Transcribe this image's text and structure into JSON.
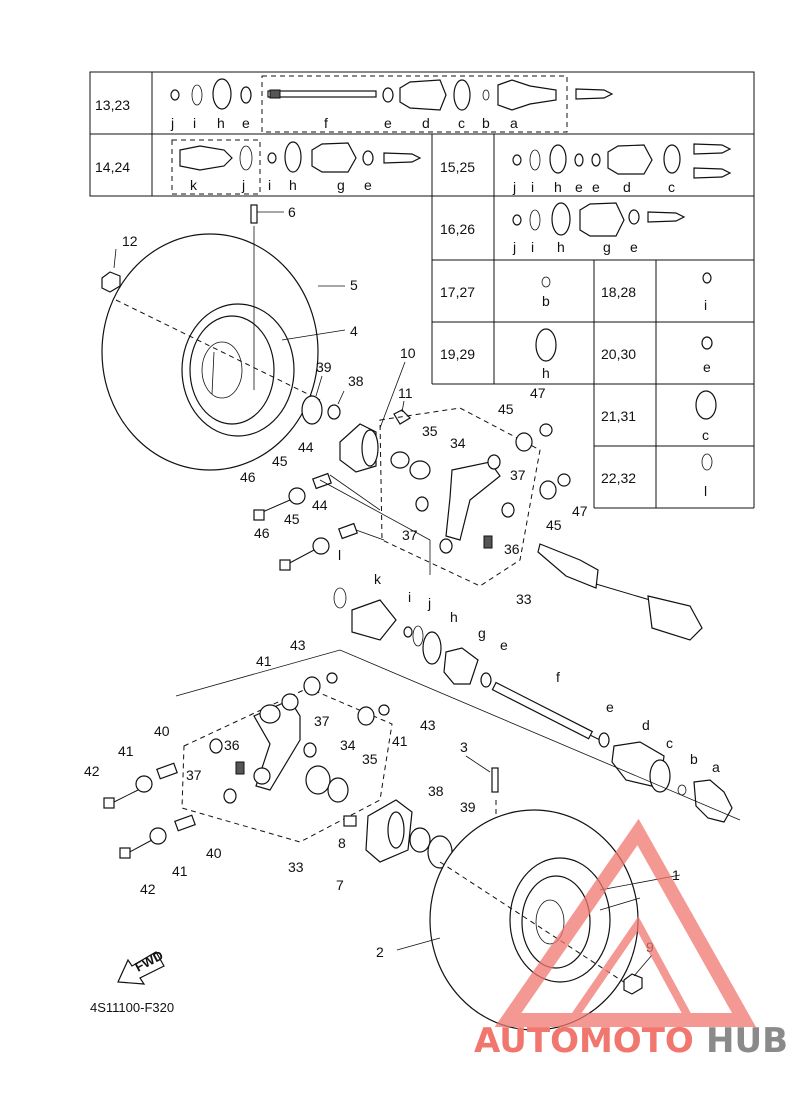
{
  "diagram_code": "4S11100-F320",
  "fwd_label": "FWD",
  "watermark": {
    "part1": "AUTOMOTO",
    "part2": "HUB",
    "color1": "#f0766e",
    "color2": "#8a8a8a"
  },
  "table_rows": {
    "r1": "13,23",
    "r2": "14,24",
    "r3": "15,25",
    "r4": "16,26",
    "r5a": "17,27",
    "r5b": "18,28",
    "r6a": "19,29",
    "r6b": "20,30",
    "r7b": "21,31",
    "r8b": "22,32"
  },
  "table_letters": {
    "r1": [
      "j",
      "i",
      "h",
      "e",
      "f",
      "e",
      "d",
      "c",
      "b",
      "a"
    ],
    "r2": [
      "k",
      "j",
      "i",
      "h",
      "g",
      "e"
    ],
    "r3": [
      "j",
      "i",
      "h",
      "e",
      "e",
      "d",
      "c"
    ],
    "r4": [
      "j",
      "i",
      "h",
      "g",
      "e"
    ],
    "r5a": "b",
    "r5b": "i",
    "r6a": "h",
    "r6b": "e",
    "r7b": "c",
    "r8b": "l"
  },
  "callouts": {
    "n1": "1",
    "n2": "2",
    "n3": "3",
    "n4": "4",
    "n5": "5",
    "n6": "6",
    "n7": "7",
    "n8": "8",
    "n9": "9",
    "n10": "10",
    "n11": "11",
    "n12": "12",
    "n33a": "33",
    "n33b": "33",
    "n34a": "34",
    "n34b": "34",
    "n35a": "35",
    "n35b": "35",
    "n36a": "36",
    "n36b": "36",
    "n37a": "37",
    "n37b": "37",
    "n37c": "37",
    "n37d": "37",
    "n38a": "38",
    "n38b": "38",
    "n39a": "39",
    "n39b": "39",
    "n40a": "40",
    "n40b": "40",
    "n41a": "41",
    "n41b": "41",
    "n41c": "41",
    "n41d": "41",
    "n42a": "42",
    "n42b": "42",
    "n43a": "43",
    "n43b": "43",
    "n44a": "44",
    "n44b": "44",
    "n45a": "45",
    "n45b": "45",
    "n45c": "45",
    "n45d": "45",
    "n46a": "46",
    "n46b": "46",
    "n47a": "47",
    "n47b": "47",
    "la": "a",
    "lb": "b",
    "lc": "c",
    "ld": "d",
    "le1": "e",
    "le2": "e",
    "lf": "f",
    "lg": "g",
    "lh": "h",
    "li": "i",
    "lj": "j",
    "lk": "k",
    "ll": "l"
  }
}
